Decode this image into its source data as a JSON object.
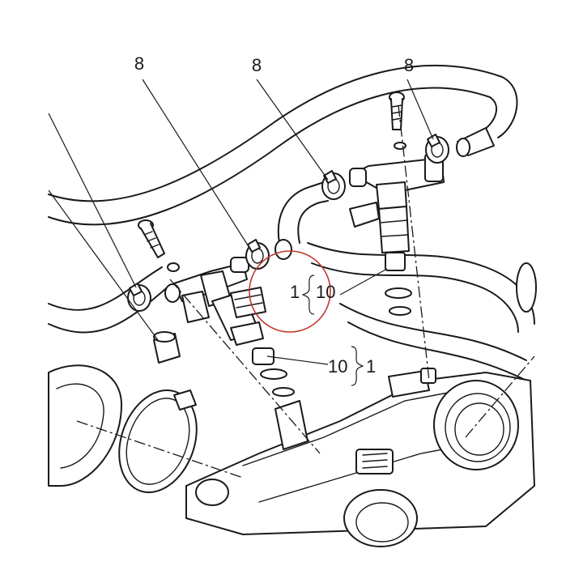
{
  "callouts": {
    "clamp_left": "8",
    "clamp_middle": "8",
    "clamp_right": "8",
    "kit_upper_index": "1",
    "kit_upper_part": "10",
    "kit_lower_part": "10",
    "kit_lower_index": "1"
  },
  "colors": {
    "line": "#1a1a1a",
    "highlight": "#c0392b",
    "background": "#ffffff"
  }
}
